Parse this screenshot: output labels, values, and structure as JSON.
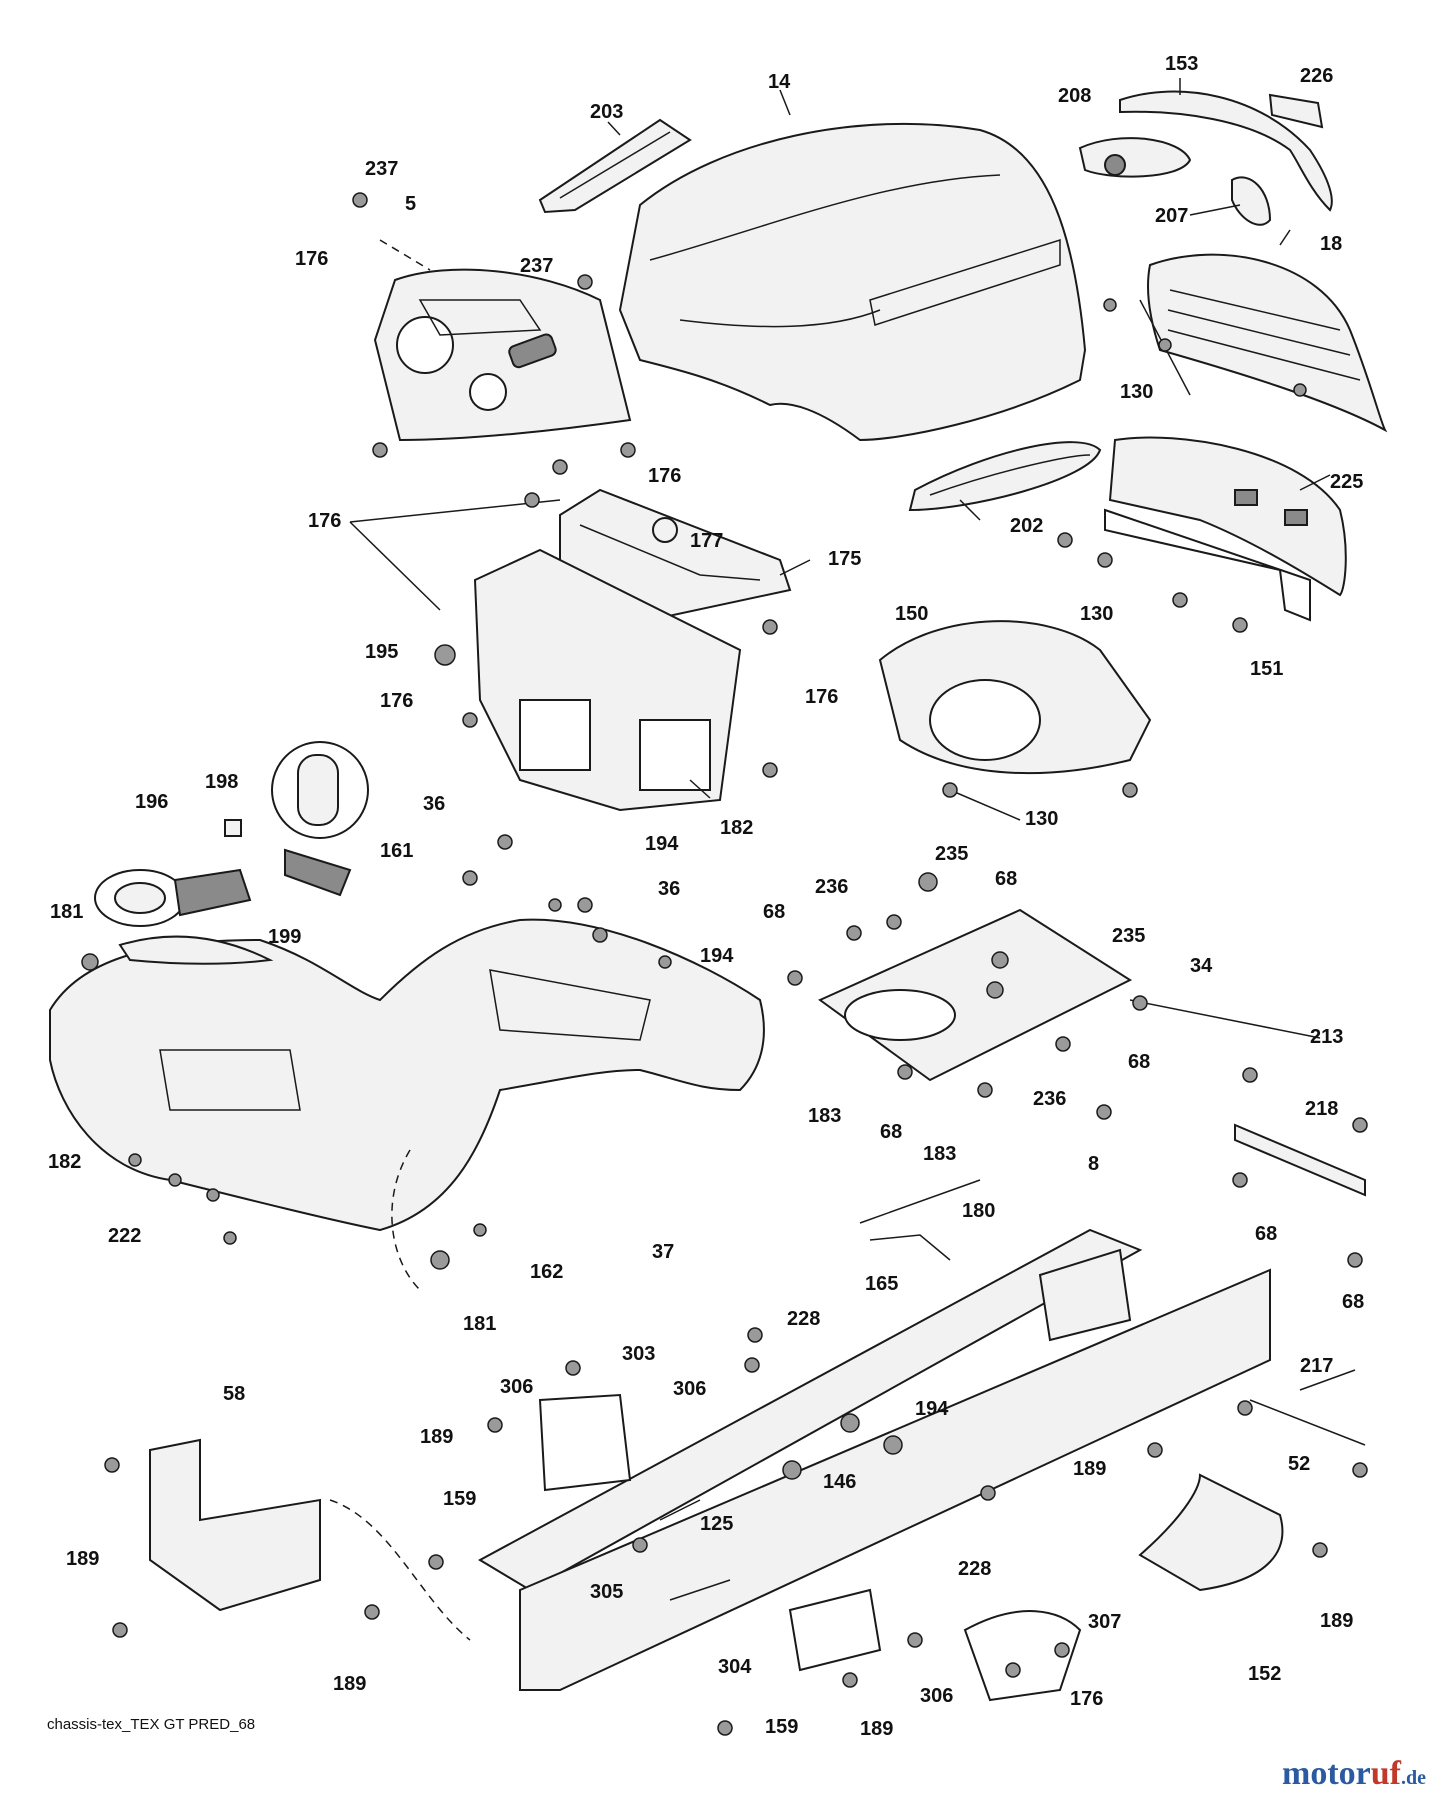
{
  "footer": {
    "code": "chassis-tex_TEX GT PRED_68"
  },
  "brand": {
    "part1": "motor",
    "part2": "uf",
    "part3": ".de"
  },
  "callouts": {
    "c14": "14",
    "c153": "153",
    "c226": "226",
    "c208": "208",
    "c203": "203",
    "c237a": "237",
    "c5": "5",
    "c237b": "237",
    "c176a": "176",
    "c207": "207",
    "c18": "18",
    "c130a": "130",
    "c176b": "176",
    "c176c": "176",
    "c177": "177",
    "c175": "175",
    "c202": "202",
    "c225": "225",
    "c130b": "130",
    "c150": "150",
    "c195": "195",
    "c176d": "176",
    "c176e": "176",
    "c151": "151",
    "c130c": "130",
    "c182a": "182",
    "c196": "196",
    "c198": "198",
    "c161": "161",
    "c36a": "36",
    "c194a": "194",
    "c235a": "235",
    "c236a": "236",
    "c68a": "68",
    "c68b": "68",
    "c36b": "36",
    "c181a": "181",
    "c199": "199",
    "c194b": "194",
    "c235b": "235",
    "c34": "34",
    "c68c": "68",
    "c183a": "183",
    "c68d": "68",
    "c236b": "236",
    "c183b": "183",
    "c8": "8",
    "c213": "213",
    "c218": "218",
    "c182b": "182",
    "c222": "222",
    "c37": "37",
    "c162": "162",
    "c181b": "181",
    "c68e": "68",
    "c68f": "68",
    "c180": "180",
    "c165": "165",
    "c228a": "228",
    "c217": "217",
    "c306a": "306",
    "c303": "303",
    "c306b": "306",
    "c194c": "194",
    "c58": "58",
    "c189a": "189",
    "c146": "146",
    "c189b": "189",
    "c52": "52",
    "c159a": "159",
    "c125": "125",
    "c228b": "228",
    "c189c": "189",
    "c305": "305",
    "c189d": "189",
    "c189e": "189",
    "c307": "307",
    "c304": "304",
    "c306c": "306",
    "c176f": "176",
    "c152": "152",
    "c189f": "189",
    "c159b": "159"
  }
}
